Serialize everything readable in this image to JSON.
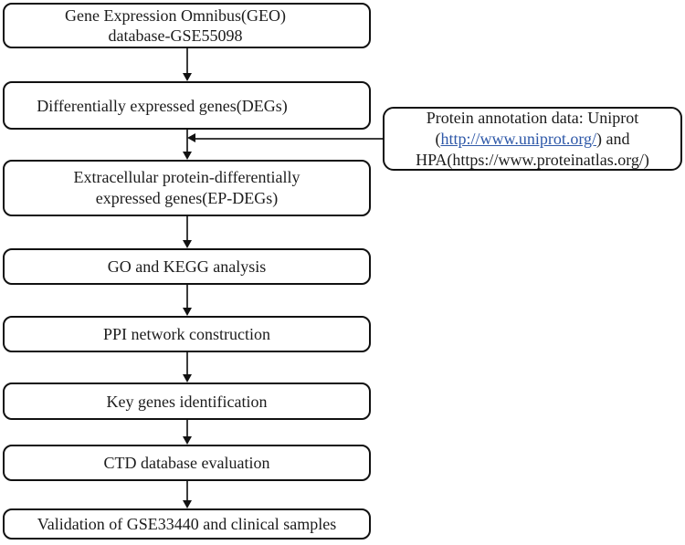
{
  "diagram": {
    "boxes": {
      "geo": {
        "line1": "Gene Expression Omnibus(GEO)",
        "line2": "database-GSE55098"
      },
      "degs": {
        "label": "Differentially expressed genes(DEGs)"
      },
      "epdegs": {
        "line1": "Extracellular protein-differentially",
        "line2": "expressed genes(EP-DEGs)"
      },
      "go_kegg": {
        "label": "GO and KEGG analysis"
      },
      "ppi": {
        "label": "PPI network construction"
      },
      "key_genes": {
        "label": "Key genes identification"
      },
      "ctd": {
        "label": "CTD database evaluation"
      },
      "validation": {
        "label": "Validation of GSE33440 and clinical samples"
      }
    },
    "annotation": {
      "line1": "Protein annotation data: Uniprot",
      "line2_open": "(",
      "link": "http://www.uniprot.org/",
      "line2_close": ") and",
      "line3": "HPA(https://www.proteinatlas.org/)"
    },
    "colors": {
      "border": "#111111",
      "text": "#1c1c1c",
      "link": "#2e58a8",
      "background": "#ffffff"
    }
  }
}
